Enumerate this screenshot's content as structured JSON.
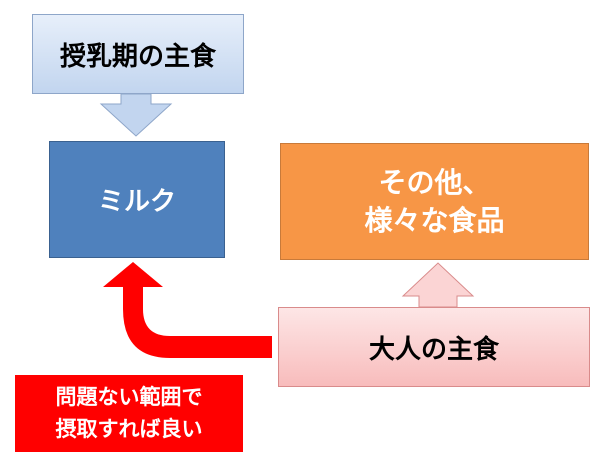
{
  "top_box": {
    "text": "授乳期の主食"
  },
  "milk_box": {
    "text": "ミルク"
  },
  "other_box": {
    "line1": "その他、",
    "line2": "様々な食品"
  },
  "adult_box": {
    "text": "大人の主食"
  },
  "note_box": {
    "line1": "問題ない範囲で",
    "line2": "摂取すれば良い"
  },
  "colors": {
    "blue_box": "#4f81bd",
    "orange_box": "#f79646",
    "red_callout": "#ff0000",
    "light_blue": "#c2d5ef",
    "light_pink": "#f8bcbc"
  }
}
